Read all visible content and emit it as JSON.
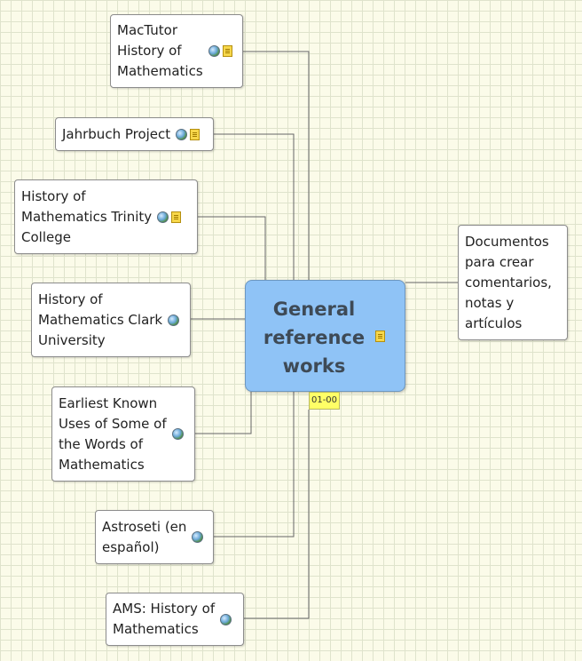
{
  "center": {
    "title": "General\nreference\nworks",
    "task_code": "01-00"
  },
  "left_topics": [
    {
      "label": "MacTutor\nHistory of\nMathematics",
      "icons": [
        "globe-icon",
        "note-icon"
      ]
    },
    {
      "label": "Jahrbuch Project",
      "icons": [
        "globe-icon",
        "note-icon"
      ]
    },
    {
      "label": "History of\nMathematics Trinity\nCollege",
      "icons": [
        "globe-icon",
        "note-icon"
      ]
    },
    {
      "label": "History of\nMathematics Clark\nUniversity",
      "icons": [
        "globe-icon"
      ]
    },
    {
      "label": "Earliest Known\nUses of Some of\nthe Words of\nMathematics",
      "icons": [
        "globe-icon"
      ]
    },
    {
      "label": "Astroseti (en\nespañol)",
      "icons": [
        "globe-icon"
      ]
    },
    {
      "label": "AMS: History of\nMathematics",
      "icons": [
        "globe-icon"
      ]
    }
  ],
  "right_topics": [
    {
      "label": "Documentos\npara crear\ncomentarios,\nnotas y\nartículos"
    }
  ],
  "colors": {
    "background": "#fbfbe9",
    "grid": "#dfe3cc",
    "center_fill": "#8fc3f6",
    "center_text": "#3e4a56",
    "connector": "#666666",
    "badge_fill": "#ffff66"
  }
}
